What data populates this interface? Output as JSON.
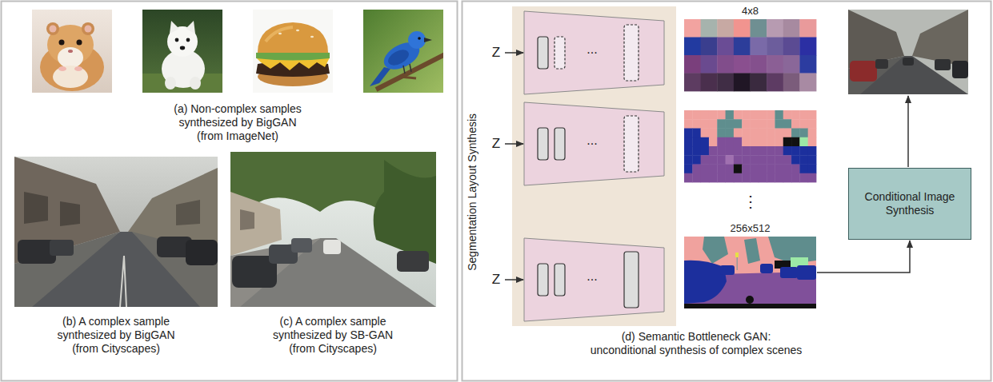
{
  "diagram": {
    "nodes": [
      {
        "text": [
          "256x512"
        ]
      },
      {
        "text": [
          "Conditional Image Synthesis"
        ]
      }
    ],
    "edges": [
      {
        "from": 0,
        "to": 1,
        "arrow": "to"
      }
    ],
    "labels": [
      "(a) Non-complex samples synthesized by BigGAN (from ImageNet)",
      "(b) A complex sample synthesized by BigGAN (from Cityscapes)",
      "(c) A complex sample synthesized by SB-GAN (from Cityscapes)",
      "Segmentation Layout Synthesis",
      "Z",
      "Z",
      "Z",
      "...",
      "...",
      "...",
      "4x8",
      "⋮",
      "(d) Semantic Bottleneck GAN: unconditional synthesis of complex scenes"
    ]
  }
}
